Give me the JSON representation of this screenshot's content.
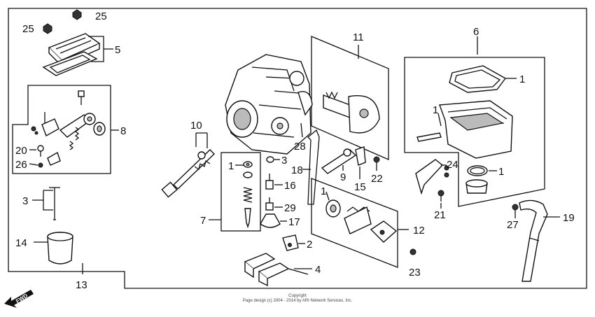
{
  "diagram": {
    "fwd_label": "FWD",
    "copyright": "Copyright",
    "footer": "Page design (c) 2004 - 2014 by ARI Network Services, Inc.",
    "callouts": [
      {
        "id": "c25a",
        "text": "25"
      },
      {
        "id": "c25b",
        "text": "25"
      },
      {
        "id": "c5",
        "text": "5"
      },
      {
        "id": "c8",
        "text": "8"
      },
      {
        "id": "c20",
        "text": "20"
      },
      {
        "id": "c26",
        "text": "26"
      },
      {
        "id": "c3a",
        "text": "3"
      },
      {
        "id": "c14",
        "text": "14"
      },
      {
        "id": "c13",
        "text": "13"
      },
      {
        "id": "c10",
        "text": "10"
      },
      {
        "id": "c7",
        "text": "7"
      },
      {
        "id": "c1a",
        "text": "1"
      },
      {
        "id": "c3b",
        "text": "3"
      },
      {
        "id": "c16",
        "text": "16"
      },
      {
        "id": "c29",
        "text": "29"
      },
      {
        "id": "c17",
        "text": "17"
      },
      {
        "id": "c2",
        "text": "2"
      },
      {
        "id": "c4",
        "text": "4"
      },
      {
        "id": "c11",
        "text": "11"
      },
      {
        "id": "c28",
        "text": "28"
      },
      {
        "id": "c18",
        "text": "18"
      },
      {
        "id": "c9",
        "text": "9"
      },
      {
        "id": "c15",
        "text": "15"
      },
      {
        "id": "c22",
        "text": "22"
      },
      {
        "id": "c1b",
        "text": "1"
      },
      {
        "id": "c12",
        "text": "12"
      },
      {
        "id": "c23",
        "text": "23"
      },
      {
        "id": "c6",
        "text": "6"
      },
      {
        "id": "c1c",
        "text": "1"
      },
      {
        "id": "c1d",
        "text": "1"
      },
      {
        "id": "c24",
        "text": "24"
      },
      {
        "id": "c1e",
        "text": "1"
      },
      {
        "id": "c21",
        "text": "21"
      },
      {
        "id": "c27",
        "text": "27"
      },
      {
        "id": "c19",
        "text": "19"
      }
    ]
  }
}
